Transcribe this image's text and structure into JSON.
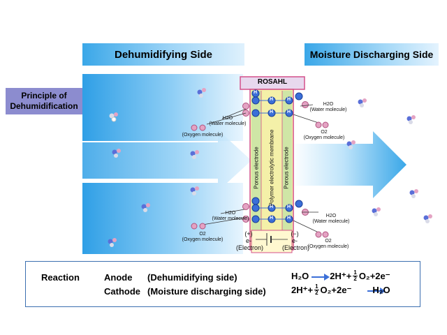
{
  "headers": {
    "left": "Dehumidifying Side",
    "right": "Moisture Discharging Side"
  },
  "principle_label": "Principle of Dehumidification",
  "brand": "ROSAHL",
  "membrane_labels": {
    "left_electrode": "Porous electrode",
    "membrane": "Polymer electrolytic membrane",
    "right_electrode": "Porous electrode"
  },
  "annotations": {
    "water_formula": "H2O",
    "water_name": "(Water molecule)",
    "oxygen_formula": "O2",
    "oxygen_name": "(Oxygen molecule)",
    "ion": "H",
    "plus_terminal": "(+)",
    "minus_terminal": "(−)",
    "electron_symbol": "e-",
    "electron_name": "(Electron)"
  },
  "reaction": {
    "title": "Reaction",
    "anode_label": "Anode",
    "anode_side": "(Dehumidifying side)",
    "cathode_label": "Cathode",
    "cathode_side": "(Moisture discharging side)",
    "anode_eq_left": "H₂O",
    "anode_eq_right_a": "2H⁺+",
    "anode_eq_right_b": "O₂+2e⁻",
    "cathode_eq_left_a": "2H⁺+",
    "cathode_eq_left_b": "O₂+2e⁻",
    "cathode_eq_right": "H₂O",
    "half_num": "1",
    "half_den": "2"
  },
  "colors": {
    "arrow_blue": "#3aa7e8",
    "header_blue": "#3aa7e8",
    "principle_bg": "#8c8ccf",
    "membrane_yellow": "#f4f0a8",
    "electrode_green": "#cfe6a6",
    "frame_pink": "#d4508a",
    "ion_blue": "#3b6fd8",
    "oxygen_pink": "#e4a3c3",
    "reaction_border": "#3b6fb0"
  }
}
